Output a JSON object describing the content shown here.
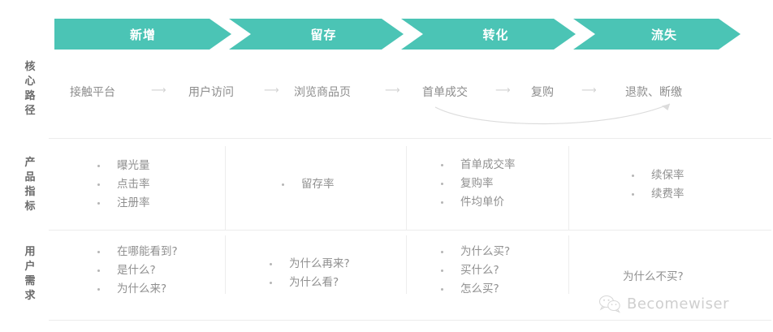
{
  "theme": {
    "accent": "#4bc4b5",
    "text_primary": "#6b6b6b",
    "text_secondary": "#8d8d8d",
    "muted": "#909090",
    "divider": "#ececec",
    "watermark": "#cfcfcf",
    "background": "#ffffff"
  },
  "funnel": {
    "stages": [
      {
        "label": "新增"
      },
      {
        "label": "留存"
      },
      {
        "label": "转化"
      },
      {
        "label": "流失"
      }
    ]
  },
  "rows": [
    {
      "key": "core_path",
      "label_chars": [
        "核",
        "心",
        "路",
        "径"
      ],
      "label": "核心路径"
    },
    {
      "key": "product_metrics",
      "label_chars": [
        "产",
        "品",
        "指",
        "标"
      ],
      "label": "产品指标"
    },
    {
      "key": "user_needs",
      "label_chars": [
        "用",
        "户",
        "需",
        "求"
      ],
      "label": "用户需求"
    }
  ],
  "core_path": {
    "steps": [
      "接触平台",
      "用户访问",
      "浏览商品页",
      "首单成交",
      "复购",
      "退款、断缴"
    ],
    "connector": "⟶",
    "loop_note": "curved-return-arrow"
  },
  "product_metrics": {
    "columns": [
      {
        "stage": "新增",
        "items": [
          "曝光量",
          "点击率",
          "注册率"
        ]
      },
      {
        "stage": "留存",
        "items": [
          "留存率"
        ]
      },
      {
        "stage": "转化",
        "items": [
          "首单成交率",
          "复购率",
          "件均单价"
        ]
      },
      {
        "stage": "流失",
        "items": [
          "续保率",
          "续费率"
        ]
      }
    ]
  },
  "user_needs": {
    "columns": [
      {
        "stage": "新增",
        "items": [
          "在哪能看到?",
          "是什么?",
          "为什么来?"
        ],
        "bulleted": true
      },
      {
        "stage": "留存",
        "items": [
          "为什么再来?",
          "为什么看?"
        ],
        "bulleted": true
      },
      {
        "stage": "转化",
        "items": [
          "为什么买?",
          "买什么?",
          "怎么买?"
        ],
        "bulleted": true
      },
      {
        "stage": "流失",
        "items": [
          "为什么不买?"
        ],
        "bulleted": false
      }
    ]
  },
  "watermark": {
    "icon": "wechat-icon",
    "text": "Becomewiser"
  }
}
